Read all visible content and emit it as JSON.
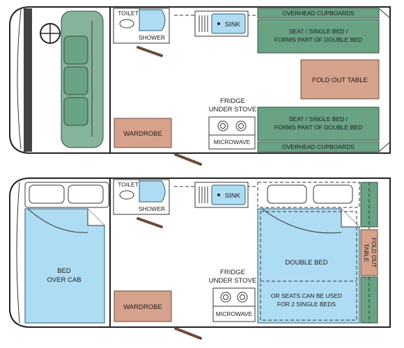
{
  "plan_day": {
    "toilet": "TOILET",
    "shower": "SHOWER",
    "sink": "SINK",
    "overhead_top": "OVERHEAD CUPBOARDS",
    "seat_top_line1": "SEAT / SINGLE BED /",
    "seat_top_line2": "FORMS PART OF DOUBLE BED",
    "fold_out_table": "FOLD OUT TABLE",
    "fridge_line1": "FRIDGE",
    "fridge_line2": "UNDER STOVE",
    "seat_bottom_line1": "SEAT / SINGLE BED /",
    "seat_bottom_line2": "FORMS PART OF DOUBLE BED",
    "microwave": "MICROWAVE",
    "wardrobe": "WARDROBE",
    "overhead_bottom": "OVERHEAD CUPBOARDS"
  },
  "plan_night": {
    "toilet": "TOILET",
    "shower": "SHOWER",
    "sink": "SINK",
    "bed_over_cab_line1": "BED",
    "bed_over_cab_line2": "OVER CAB",
    "fridge_line1": "FRIDGE",
    "fridge_line2": "UNDER STOVE",
    "double_bed": "DOUBLE BED",
    "seats_line1": "OR SEATS CAN BE USED",
    "seats_line2": "FOR 2 SINGLE BEDS",
    "fold_out_line1": "FOLD OUT",
    "fold_out_line2": "TABLE",
    "wardrobe": "WARDROBE",
    "microwave": "MICROWAVE"
  }
}
